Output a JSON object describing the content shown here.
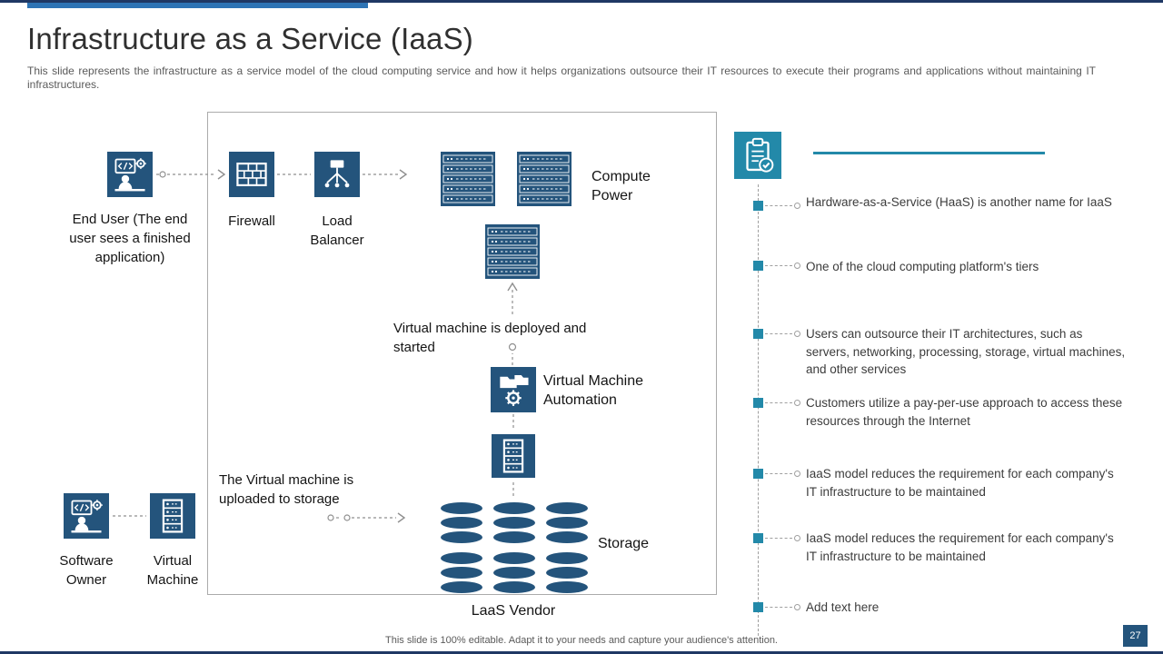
{
  "slide": {
    "title": "Infrastructure as a Service (IaaS)",
    "subtitle": "This slide represents the infrastructure as a service model of the cloud computing service and how it helps organizations outsource their IT resources to execute their programs and applications without maintaining IT infrastructures.",
    "footer": "This slide is 100% editable. Adapt it to your needs and capture your audience's attention.",
    "page_number": "27"
  },
  "diagram": {
    "vendor_label": "LaaS Vendor",
    "end_user_label": "End User (The end user sees a finished application)",
    "firewall_label": "Firewall",
    "load_balancer_label": "Load Balancer",
    "compute_power_label": "Compute Power",
    "vm_deployed_text": "Virtual machine is deployed and started",
    "vm_automation_label": "Virtual Machine Automation",
    "storage_label": "Storage",
    "vm_uploaded_text": "The Virtual machine is uploaded to storage",
    "software_owner_label": "Software Owner",
    "virtual_machine_label": "Virtual Machine"
  },
  "bullets": [
    "Hardware-as-a-Service (HaaS) is another name for IaaS",
    "One of the cloud computing platform's tiers",
    "Users can outsource their IT architectures, such as servers, networking, processing, storage, virtual machines, and other services",
    "Customers utilize a pay-per-use approach to access these resources through the Internet",
    "IaaS model reduces the requirement for each company's IT infrastructure to be maintained",
    "IaaS model reduces the requirement for each company's IT infrastructure to be maintained",
    "Add text here"
  ],
  "icons": {
    "end_user": "developer-workstation-icon",
    "software_owner": "developer-workstation-icon",
    "firewall": "firewall-icon",
    "load_balancer": "load-balancer-icon",
    "compute_power": "server-rack-icon",
    "vm_automation": "folders-gear-icon",
    "server": "server-icon",
    "virtual_machine": "server-icon",
    "storage": "database-cylinders-icon",
    "notes": "clipboard-check-icon"
  },
  "colors": {
    "icon_blue": "#24547C",
    "accent_teal": "#2389A9",
    "bar_blue": "#2E74B5",
    "navy": "#1F3864"
  }
}
